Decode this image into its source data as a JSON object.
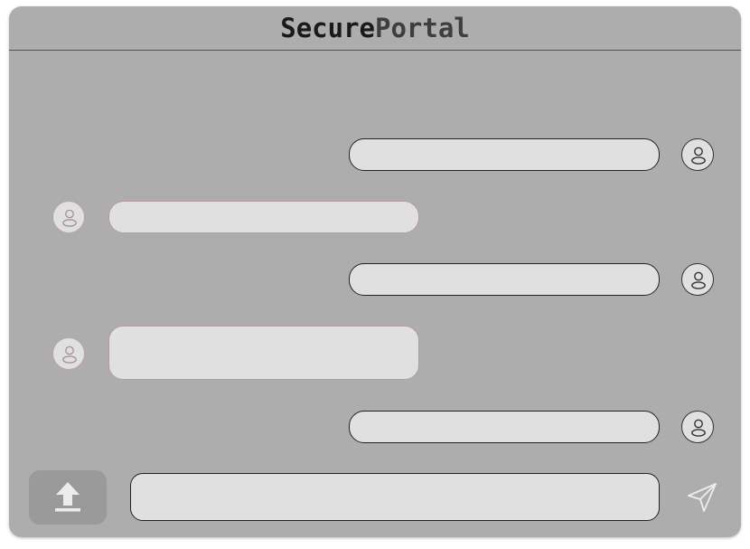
{
  "app": {
    "title_part1": "Secure",
    "title_part2": "Portal"
  },
  "messages": [
    {
      "direction": "outgoing",
      "text": ""
    },
    {
      "direction": "incoming",
      "text": ""
    },
    {
      "direction": "outgoing",
      "text": ""
    },
    {
      "direction": "incoming",
      "text": ""
    },
    {
      "direction": "outgoing",
      "text": ""
    }
  ],
  "composer": {
    "value": "",
    "placeholder": ""
  },
  "icons": {
    "avatar": "user-avatar-icon",
    "upload": "upload-arrow-icon",
    "send": "paper-plane-send-icon"
  },
  "colors": {
    "window_bg": "#adadad",
    "bubble_bg": "#e0e0e0",
    "outgoing_border": "#222222",
    "incoming_border": "#b79a9f",
    "upload_button_bg": "#9a9a9a"
  }
}
